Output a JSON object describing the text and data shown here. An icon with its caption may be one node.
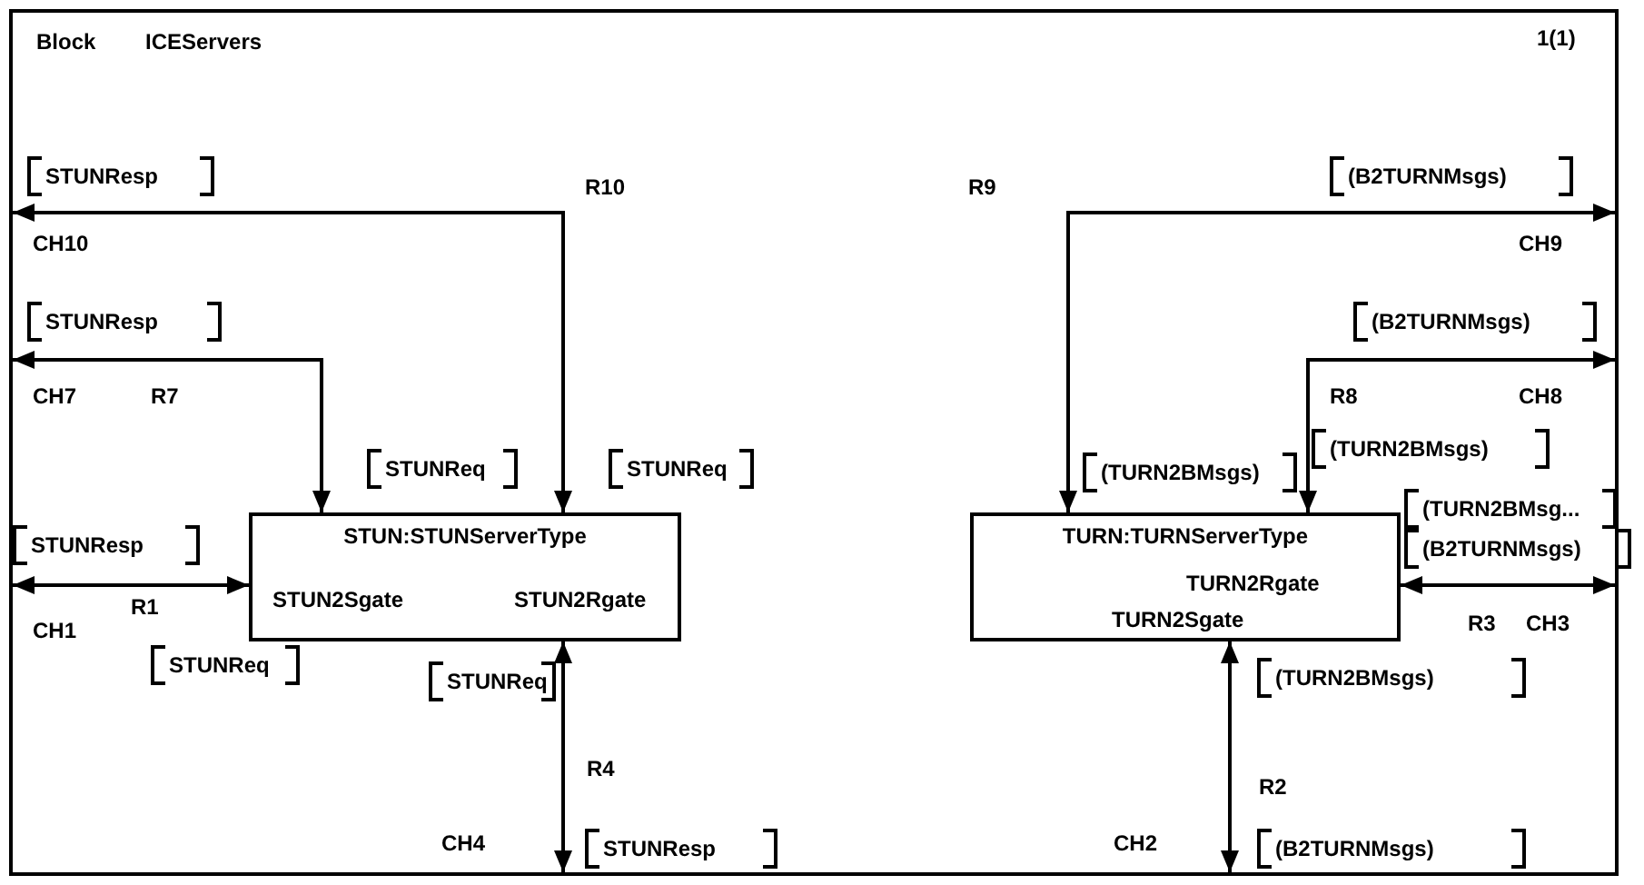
{
  "diagram": {
    "nodes": [
      {
        "text": [
          "Block",
          "ICEServers"
        ]
      },
      {
        "text": [
          "STUN:STUNServerType",
          "STUN2Sgate",
          "STUN2Rgate"
        ],
        "in": 0
      },
      {
        "text": [
          "TURN:TURNServerType",
          "TURN2Rgate",
          "TURN2Sgate"
        ],
        "in": 0
      }
    ],
    "edges": [
      {
        "from": 1,
        "to": 0,
        "arrow": "both"
      },
      {
        "from": 1,
        "to": 0,
        "arrow": "both"
      },
      {
        "from": 1,
        "to": 0,
        "arrow": "both"
      },
      {
        "from": 1,
        "to": 0,
        "arrow": "both"
      },
      {
        "from": 2,
        "to": 0,
        "arrow": "both"
      },
      {
        "from": 2,
        "to": 0,
        "arrow": "both"
      },
      {
        "from": 2,
        "to": 0,
        "arrow": "both"
      },
      {
        "from": 2,
        "to": 0,
        "arrow": "both"
      }
    ],
    "labels": [
      "1(1)",
      "STUNResp",
      "R10",
      "(B2TURNMsgs)",
      "R9",
      "CH10",
      "CH9",
      "STUNResp",
      "(B2TURNMsgs)",
      "CH7",
      "R7",
      "R8",
      "CH8",
      "STUNReq",
      "STUNReq",
      "(TURN2BMsgs)",
      "(TURN2BMsgs)",
      "(TURN2BMsg...",
      "STUNResp",
      "(B2TURNMsgs)",
      "R1",
      "CH1",
      "R3",
      "CH3",
      "STUNReq",
      "STUNReq",
      "(TURN2BMsgs)",
      "R4",
      "R2",
      "CH4",
      "STUNResp",
      "CH2",
      "(B2TURNMsgs)"
    ]
  }
}
